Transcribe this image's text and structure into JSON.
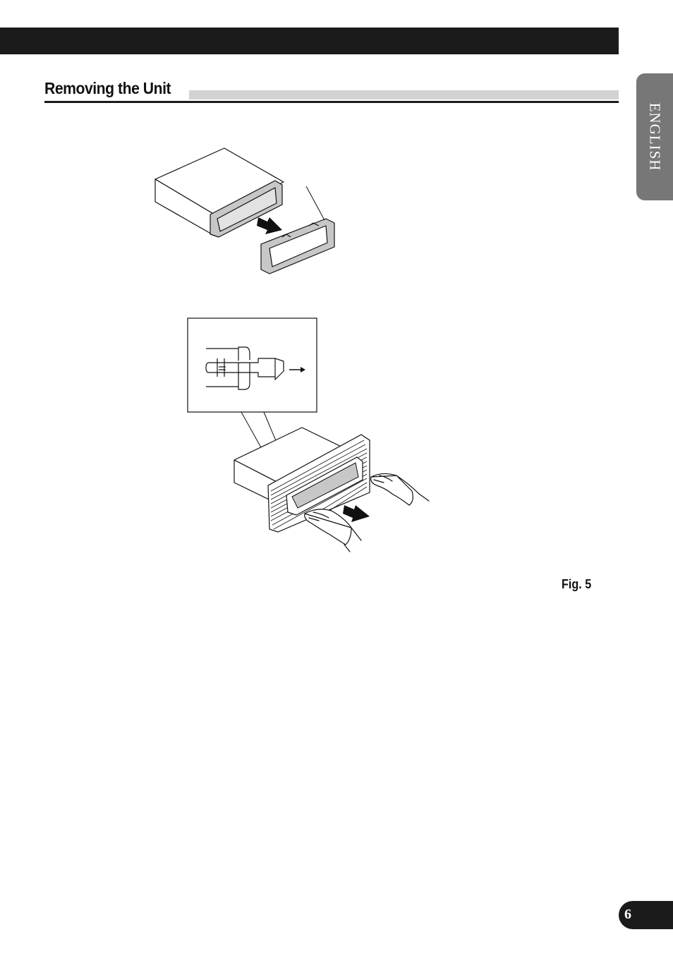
{
  "header": {
    "section_title": "Removing the Unit"
  },
  "language_tab": {
    "label": "ENGLISH"
  },
  "figure": {
    "caption": "Fig. 5"
  },
  "footer": {
    "page_number": "6"
  },
  "colors": {
    "dark": "#1b1b1b",
    "rule_light": "#d2d2d2",
    "tab_gray": "#777777",
    "panel_gray": "#c7c7c7"
  }
}
